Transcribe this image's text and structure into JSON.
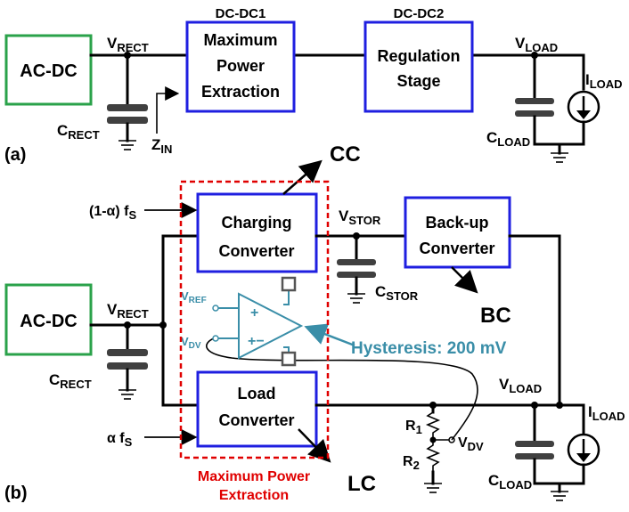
{
  "panel_a": {
    "label": "(a)",
    "acdc": "AC-DC",
    "vrect": {
      "main": "V",
      "sub": "RECT"
    },
    "crect": {
      "main": "C",
      "sub": "RECT"
    },
    "zin": {
      "main": "Z",
      "sub": "IN"
    },
    "dcdc1_title": "DC-DC1",
    "dcdc2_title": "DC-DC2",
    "mpe_box": [
      "Maximum",
      "Power",
      "Extraction"
    ],
    "reg_box": [
      "Regulation",
      "Stage"
    ],
    "vload": {
      "main": "V",
      "sub": "LOAD"
    },
    "iload": {
      "main": "I",
      "sub": "LOAD"
    },
    "cload": {
      "main": "C",
      "sub": "LOAD"
    }
  },
  "panel_b": {
    "label": "(b)",
    "acdc": "AC-DC",
    "vrect": {
      "main": "V",
      "sub": "RECT"
    },
    "crect": {
      "main": "C",
      "sub": "RECT"
    },
    "charge_fs": {
      "main": "(1-α) f",
      "sub": "S"
    },
    "load_fs": {
      "main": "α f",
      "sub": "S"
    },
    "charging_box": [
      "Charging",
      "Converter"
    ],
    "load_box": [
      "Load",
      "Converter"
    ],
    "backup_box": [
      "Back-up",
      "Converter"
    ],
    "vstor": {
      "main": "V",
      "sub": "STOR"
    },
    "cstor": {
      "main": "C",
      "sub": "STOR"
    },
    "vref": {
      "main": "V",
      "sub": "REF"
    },
    "vdv_comp": {
      "main": "V",
      "sub": "DV"
    },
    "vdv_div": {
      "main": "V",
      "sub": "DV"
    },
    "comp_plus": "+",
    "comp_minus": "−",
    "comp_pm": "+−",
    "hysteresis": "Hysteresis: 200 mV",
    "cc": "CC",
    "bc": "BC",
    "lc": "LC",
    "r1": {
      "main": "R",
      "sub": "1"
    },
    "r2": {
      "main": "R",
      "sub": "2"
    },
    "vload": {
      "main": "V",
      "sub": "LOAD"
    },
    "iload": {
      "main": "I",
      "sub": "LOAD"
    },
    "cload": {
      "main": "C",
      "sub": "LOAD"
    },
    "mpe_label": [
      "Maximum Power",
      "Extraction"
    ]
  },
  "colors": {
    "converter_box": "#1f1fe0",
    "acdc_box": "#2aa24a",
    "comparator": "#3a8ea8",
    "mpe_dashed": "#e00000"
  }
}
